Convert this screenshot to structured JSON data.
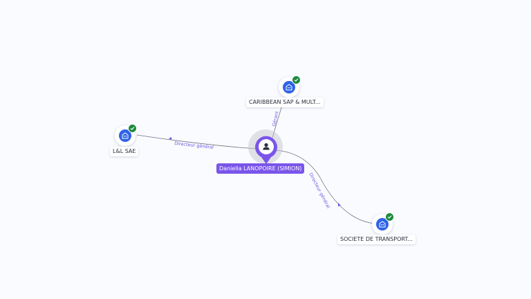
{
  "colors": {
    "person_accent": "#7a55ea",
    "company_icon": "#2f63e6",
    "verified_badge": "#1c8a3e",
    "edge_label": "#6a5ae0"
  },
  "person": {
    "name": "Daniella LANOPOIRE (SIMION)",
    "icon": "person-icon"
  },
  "companies": {
    "caribbean": {
      "name": "CARIBBEAN SAP & MULT...",
      "icon": "company-building-icon",
      "verified": true
    },
    "ll": {
      "name": "L&L SAE",
      "icon": "company-building-icon",
      "verified": true
    },
    "societe": {
      "name": "SOCIETE DE TRANSPORT...",
      "icon": "company-building-icon",
      "verified": true
    }
  },
  "relations": {
    "to_ll": "Directeur général",
    "to_caribbean": "Gérant",
    "to_societe": "Directeur général"
  }
}
